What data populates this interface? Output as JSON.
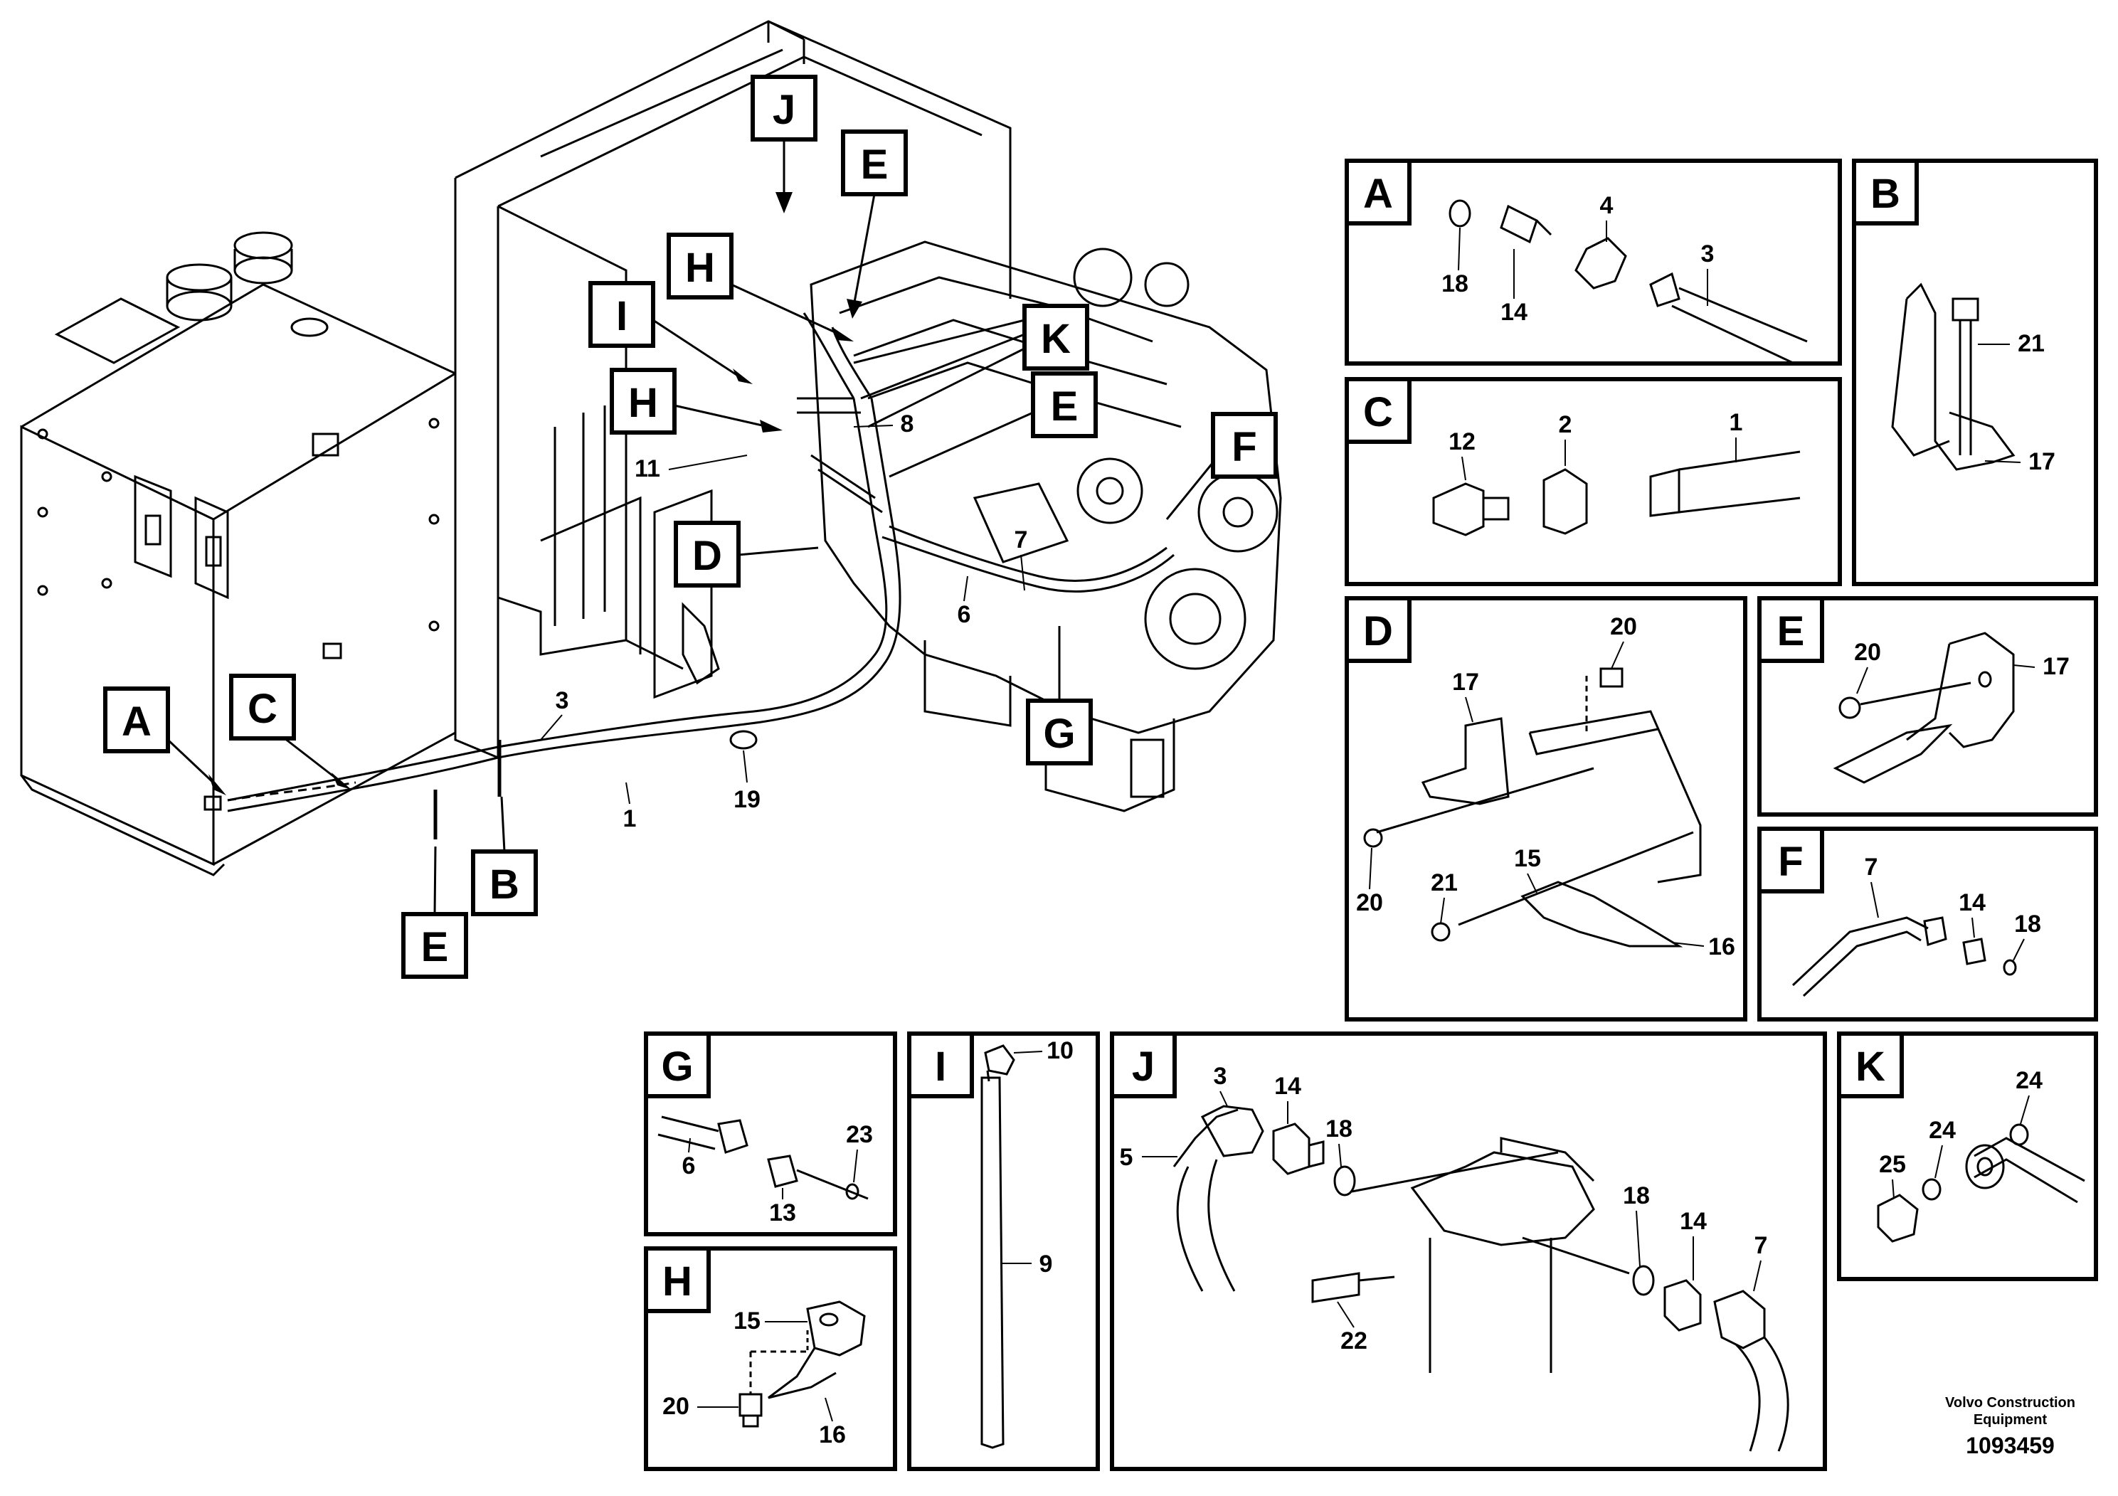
{
  "diagram": {
    "detail_letters": {
      "A": "A",
      "B": "B",
      "C": "C",
      "D": "D",
      "E": "E",
      "F": "F",
      "G": "G",
      "H": "H",
      "I": "I",
      "J": "J",
      "K": "K"
    },
    "main_callouts": [
      "1",
      "3",
      "6",
      "7",
      "8",
      "11",
      "19"
    ],
    "detail_A": [
      "18",
      "14",
      "4",
      "3"
    ],
    "detail_B": [
      "21",
      "17"
    ],
    "detail_C": [
      "12",
      "2",
      "1"
    ],
    "detail_D": [
      "20",
      "17",
      "15",
      "20",
      "21",
      "16"
    ],
    "detail_E": [
      "20",
      "17"
    ],
    "detail_F": [
      "7",
      "14",
      "18"
    ],
    "detail_G": [
      "6",
      "23",
      "13"
    ],
    "detail_H": [
      "15",
      "20",
      "16"
    ],
    "detail_I": [
      "10",
      "9"
    ],
    "detail_J": [
      "3",
      "14",
      "5",
      "18",
      "18",
      "14",
      "7",
      "22"
    ],
    "detail_K": [
      "24",
      "24",
      "25"
    ]
  },
  "footer": {
    "brand": "Volvo Construction Equipment",
    "brand_line1": "Volvo Construction",
    "brand_line2": "Equipment",
    "number": "1093459"
  }
}
